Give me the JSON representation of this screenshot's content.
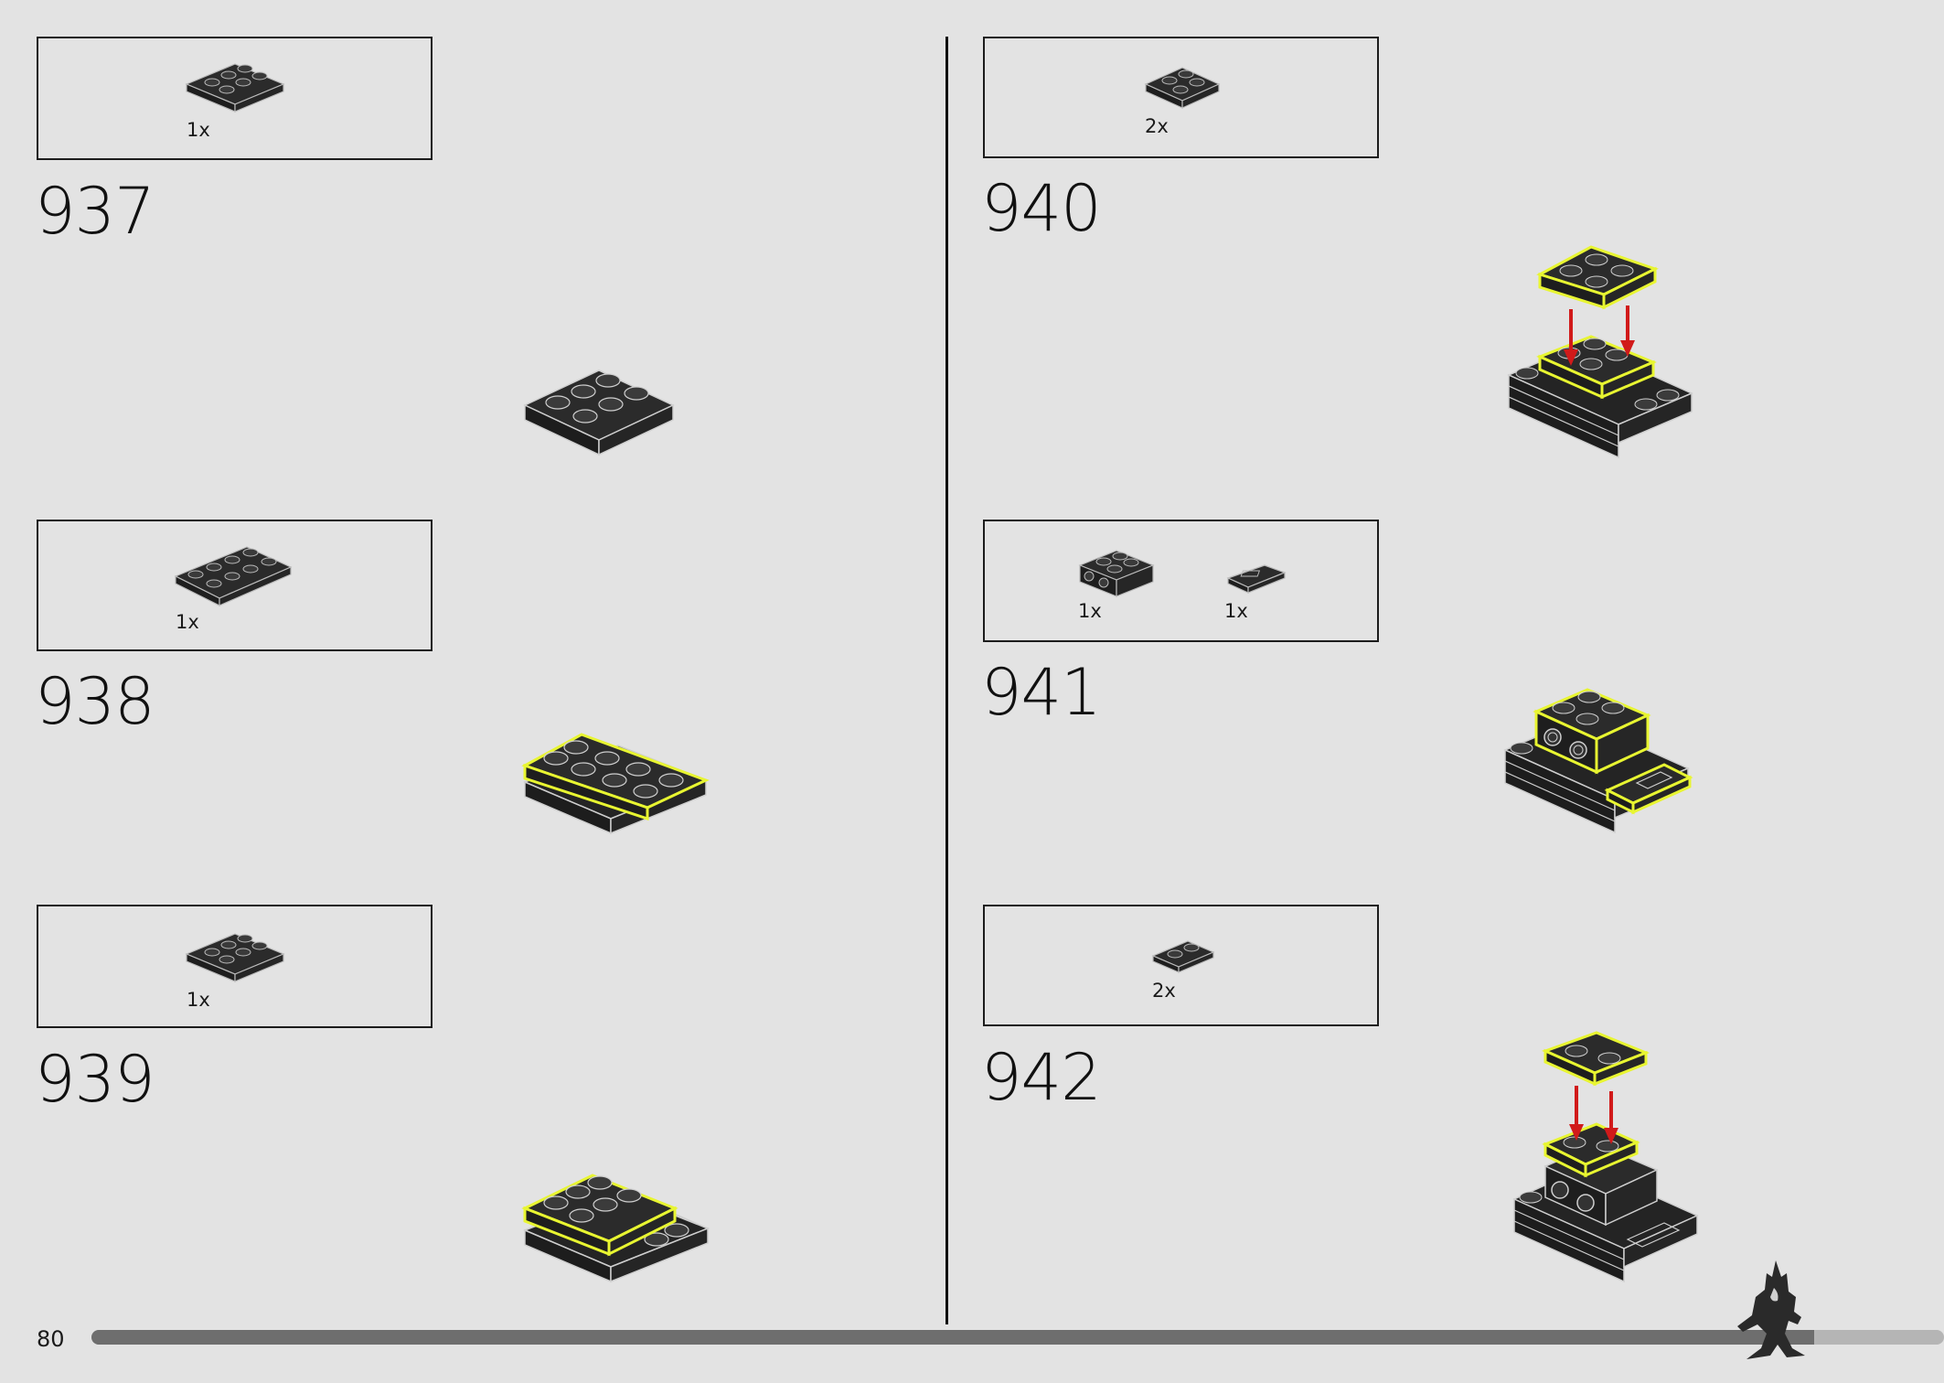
{
  "page": {
    "number": "80",
    "progress_fraction": 0.93
  },
  "steps": [
    {
      "id": "937",
      "number": "937",
      "parts": [
        {
          "qty": "1x",
          "shape": "plate-2x3"
        }
      ]
    },
    {
      "id": "938",
      "number": "938",
      "parts": [
        {
          "qty": "1x",
          "shape": "plate-2x4"
        }
      ]
    },
    {
      "id": "939",
      "number": "939",
      "parts": [
        {
          "qty": "1x",
          "shape": "plate-2x3"
        }
      ]
    },
    {
      "id": "940",
      "number": "940",
      "parts": [
        {
          "qty": "2x",
          "shape": "plate-2x2"
        }
      ]
    },
    {
      "id": "941",
      "number": "941",
      "parts": [
        {
          "qty": "1x",
          "shape": "brick-2x2-side-studs"
        },
        {
          "qty": "1x",
          "shape": "tile-1x2-grille"
        }
      ]
    },
    {
      "id": "942",
      "number": "942",
      "parts": [
        {
          "qty": "2x",
          "shape": "plate-1x2"
        }
      ]
    }
  ],
  "colors": {
    "background": "#e3e3e3",
    "brick": "#2b2b2b",
    "brick_edge": "#cfcfcf",
    "highlight": "#e8f531",
    "arrow": "#d11a1a"
  },
  "icons": {
    "mascot": "bat-mascot-icon"
  }
}
